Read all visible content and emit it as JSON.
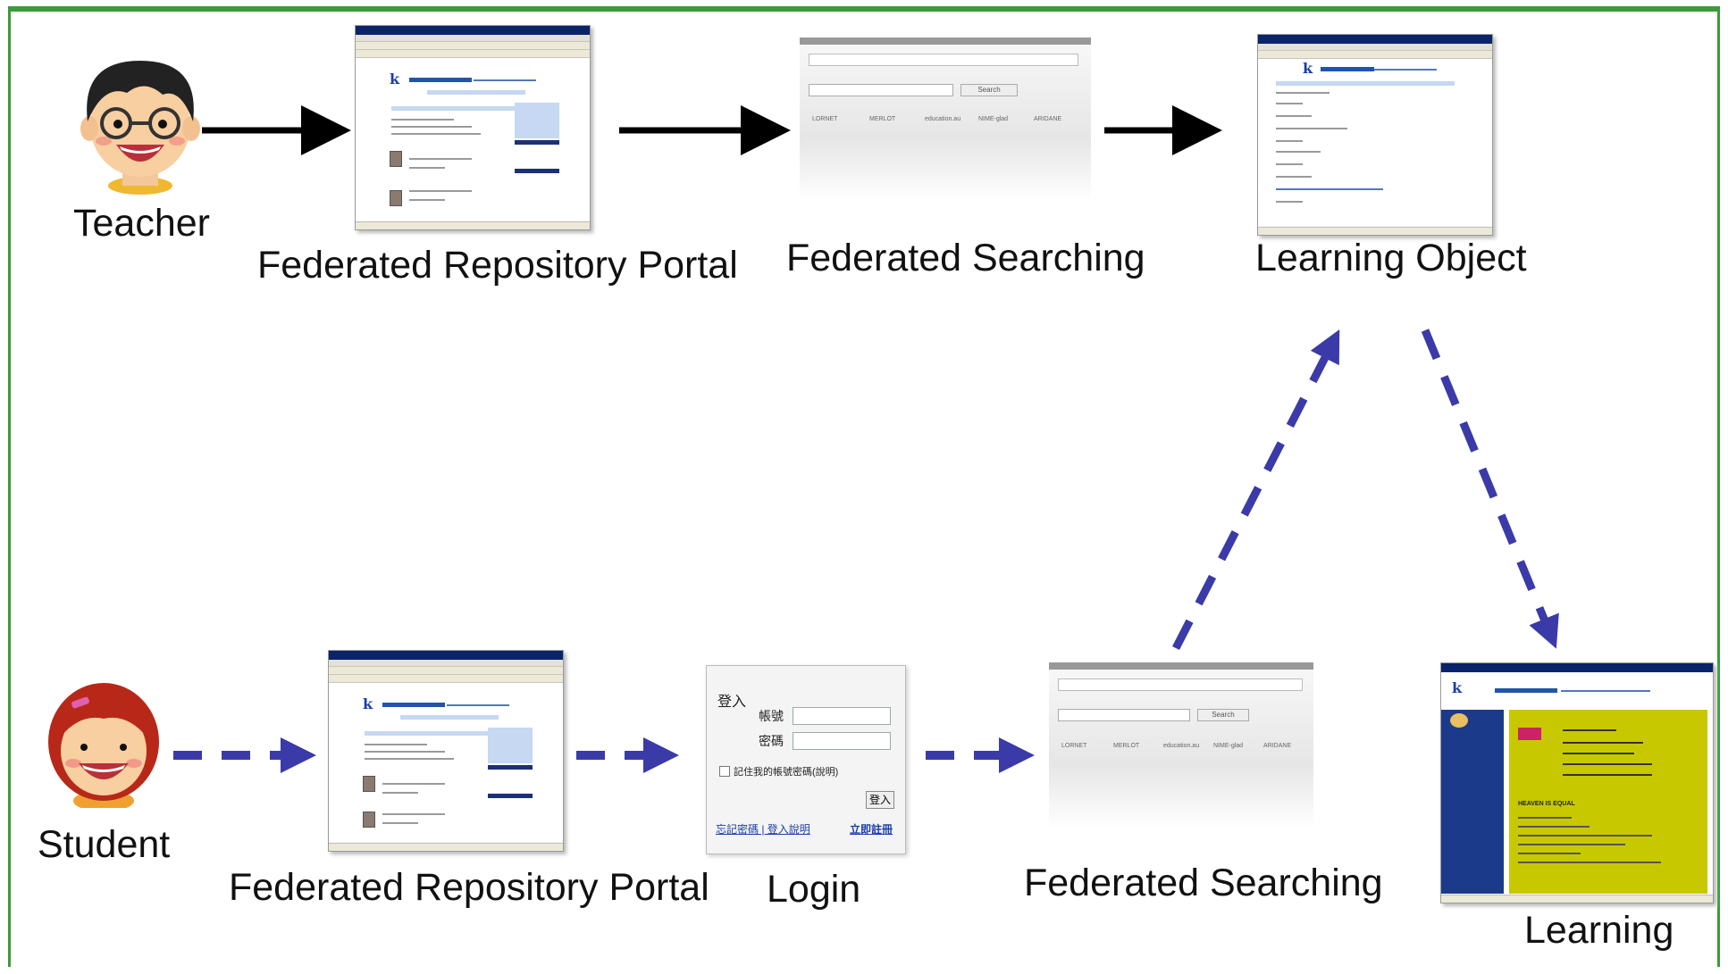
{
  "teacher_row": {
    "actor_label": "Teacher",
    "portal_label": "Federated Repository Portal",
    "searching_label": "Federated Searching",
    "learning_object_label": "Learning Object"
  },
  "student_row": {
    "actor_label": "Student",
    "portal_label": "Federated Repository Portal",
    "login_label": "Login",
    "searching_label": "Federated Searching",
    "learning_label": "Learning"
  },
  "search_ui": {
    "button": "Search",
    "repositories": [
      "LORNET",
      "MERLOT",
      "education.au",
      "NIME-glad",
      "ARIDANE"
    ]
  },
  "login_ui": {
    "title": "登入",
    "account_label": "帳號",
    "password_label": "密碼",
    "remember_label": "記住我的帳號密碼(說明)",
    "submit_label": "登入",
    "forgot_label": "忘記密碼 | 登入說明",
    "register_label": "立即註冊"
  },
  "learning_ui": {
    "heading": "HEAVEN IS EQUAL"
  },
  "colors": {
    "frame": "#3a9b3a",
    "teacher_arrow": "#000000",
    "student_arrow": "#3a3aa8",
    "learning_panel": "#c8c800",
    "learning_sidebar": "#1c3a8a"
  }
}
